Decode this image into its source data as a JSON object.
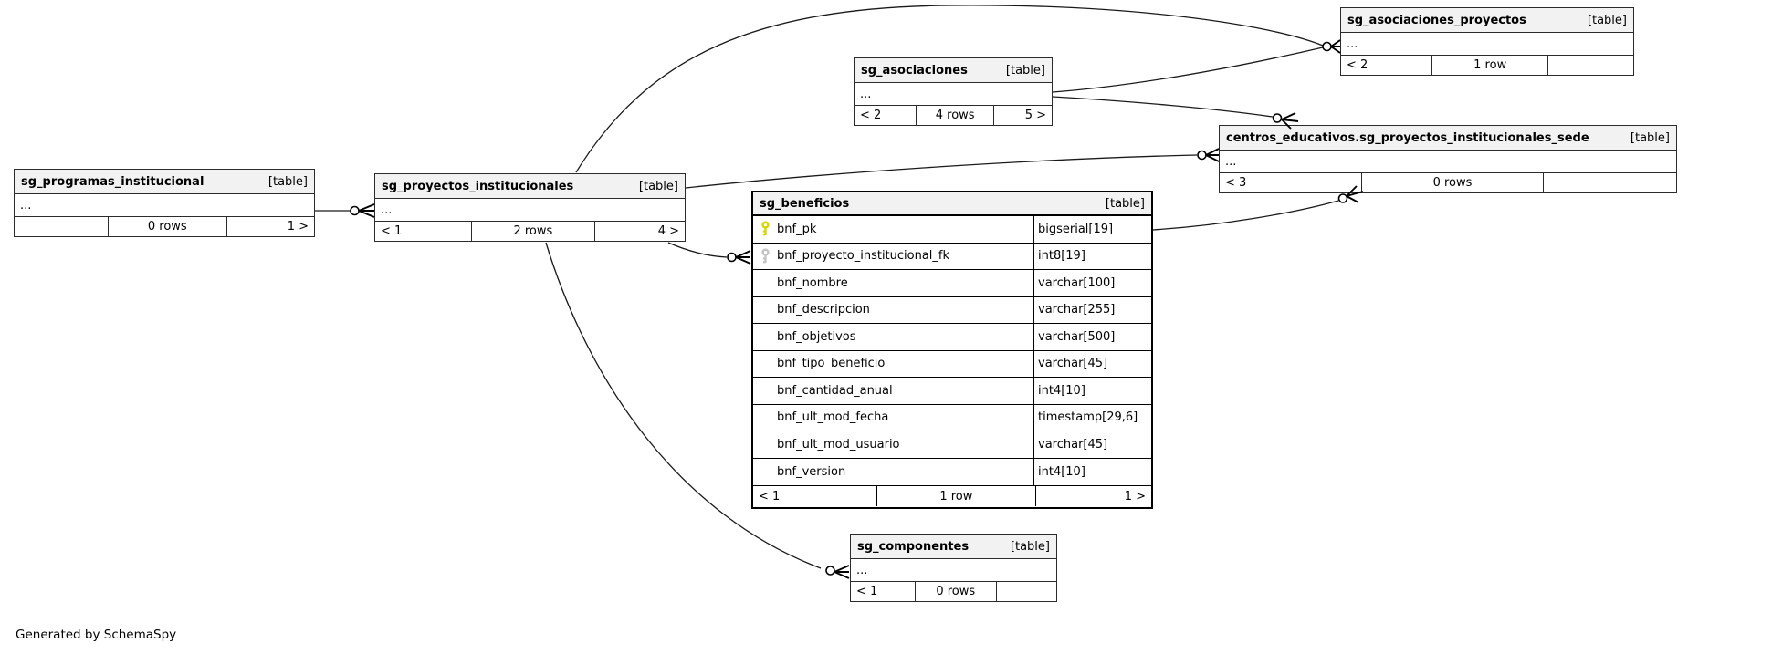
{
  "diagram": {
    "generator_note": "Generated by SchemaSpy"
  },
  "colors": {
    "primary_key_icon": "#d6d600",
    "foreign_key_icon": "#c4c4c4",
    "table_header_bg": "#f2f2f2",
    "line": "#1a1a1a"
  },
  "tables": {
    "sg_programas_institucional": {
      "name": "sg_programas_institucional",
      "tag": "[table]",
      "collapsed_columns": "...",
      "footer": {
        "parents": "",
        "rows": "0 rows",
        "children": "1 >"
      }
    },
    "sg_proyectos_institucionales": {
      "name": "sg_proyectos_institucionales",
      "tag": "[table]",
      "collapsed_columns": "...",
      "footer": {
        "parents": "< 1",
        "rows": "2 rows",
        "children": "4 >"
      }
    },
    "sg_asociaciones": {
      "name": "sg_asociaciones",
      "tag": "[table]",
      "collapsed_columns": "...",
      "footer": {
        "parents": "< 2",
        "rows": "4 rows",
        "children": "5 >"
      }
    },
    "sg_asociaciones_proyectos": {
      "name": "sg_asociaciones_proyectos",
      "tag": "[table]",
      "collapsed_columns": "...",
      "footer": {
        "parents": "< 2",
        "rows": "1 row",
        "children": ""
      }
    },
    "centros_educativos_sg_proyectos_institucionales_sede": {
      "name": "centros_educativos.sg_proyectos_institucionales_sede",
      "tag": "[table]",
      "collapsed_columns": "...",
      "footer": {
        "parents": "< 3",
        "rows": "0 rows",
        "children": ""
      }
    },
    "sg_componentes": {
      "name": "sg_componentes",
      "tag": "[table]",
      "collapsed_columns": "...",
      "footer": {
        "parents": "< 1",
        "rows": "0 rows",
        "children": ""
      }
    },
    "sg_beneficios": {
      "name": "sg_beneficios",
      "tag": "[table]",
      "columns": [
        {
          "key": "primary",
          "name": "bnf_pk",
          "type": "bigserial[19]"
        },
        {
          "key": "foreign",
          "name": "bnf_proyecto_institucional_fk",
          "type": "int8[19]"
        },
        {
          "key": "",
          "name": "bnf_nombre",
          "type": "varchar[100]"
        },
        {
          "key": "",
          "name": "bnf_descripcion",
          "type": "varchar[255]"
        },
        {
          "key": "",
          "name": "bnf_objetivos",
          "type": "varchar[500]"
        },
        {
          "key": "",
          "name": "bnf_tipo_beneficio",
          "type": "varchar[45]"
        },
        {
          "key": "",
          "name": "bnf_cantidad_anual",
          "type": "int4[10]"
        },
        {
          "key": "",
          "name": "bnf_ult_mod_fecha",
          "type": "timestamp[29,6]"
        },
        {
          "key": "",
          "name": "bnf_ult_mod_usuario",
          "type": "varchar[45]"
        },
        {
          "key": "",
          "name": "bnf_version",
          "type": "int4[10]"
        }
      ],
      "footer": {
        "parents": "< 1",
        "rows": "1 row",
        "children": "1 >"
      }
    }
  }
}
